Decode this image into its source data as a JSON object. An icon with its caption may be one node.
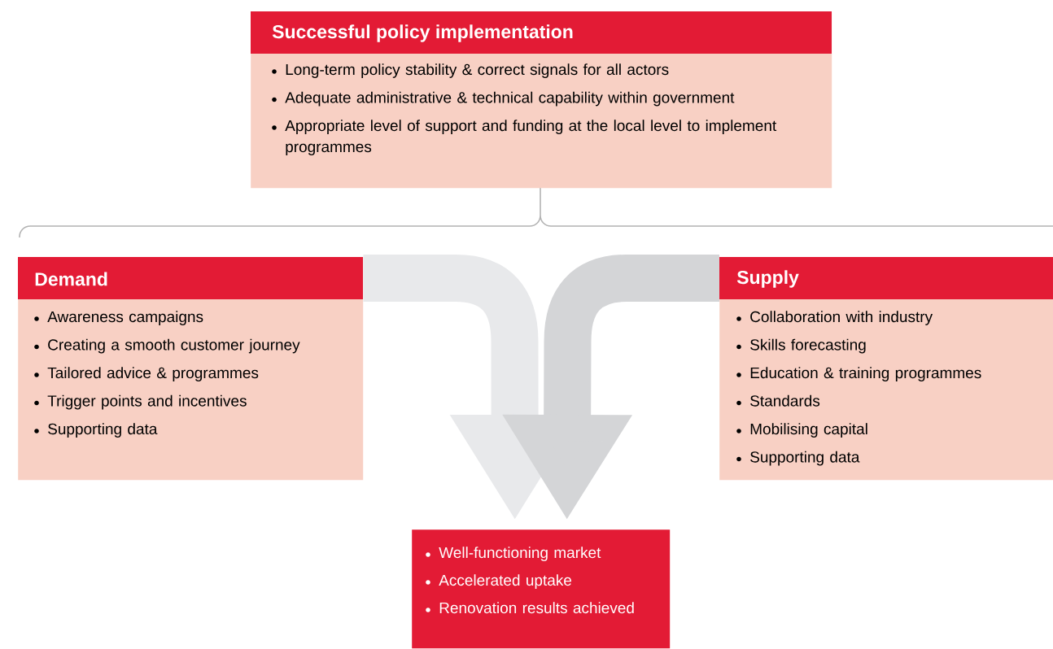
{
  "diagram": {
    "nodes": [
      {
        "text": [
          "Successful policy implementation",
          "Long-term policy stability & correct signals for all actors",
          "Adequate administrative & technical capability within government",
          "Appropriate level of support and funding at the local level to implement programmes"
        ]
      },
      {
        "text": [
          "Demand",
          "Awareness campaigns",
          "Creating a smooth customer journey",
          "Tailored advice & programmes",
          "Trigger points and incentives",
          "Supporting data"
        ]
      },
      {
        "text": [
          "Supply",
          "Collaboration with industry",
          "Skills forecasting",
          "Education & training programmes",
          "Standards",
          "Mobilising capital",
          "Supporting data"
        ]
      },
      {
        "text": [
          "Well-functioning market",
          "Accelerated uptake",
          "Renovation results achieved"
        ]
      }
    ],
    "edges": [
      {
        "from": 1,
        "to": 3,
        "arrow": "to",
        "color": "#e8e9eb"
      },
      {
        "from": 2,
        "to": 3,
        "arrow": "to",
        "color": "#d4d5d7"
      }
    ]
  }
}
